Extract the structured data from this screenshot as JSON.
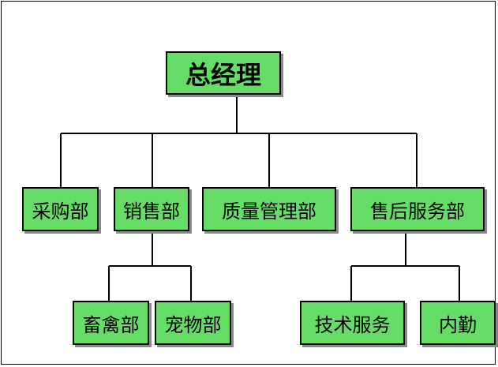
{
  "org_chart": {
    "root": {
      "label": "总经理"
    },
    "departments": [
      {
        "label": "采购部"
      },
      {
        "label": "销售部"
      },
      {
        "label": "质量管理部"
      },
      {
        "label": "售后服务部"
      }
    ],
    "sales_units": [
      {
        "label": "畜禽部"
      },
      {
        "label": "宠物部"
      }
    ],
    "after_sales_units": [
      {
        "label": "技术服务"
      },
      {
        "label": "内勤"
      }
    ],
    "colors": {
      "node_fill": "#66dd66",
      "border": "#000000",
      "shadow": "#8a8a8a"
    }
  }
}
